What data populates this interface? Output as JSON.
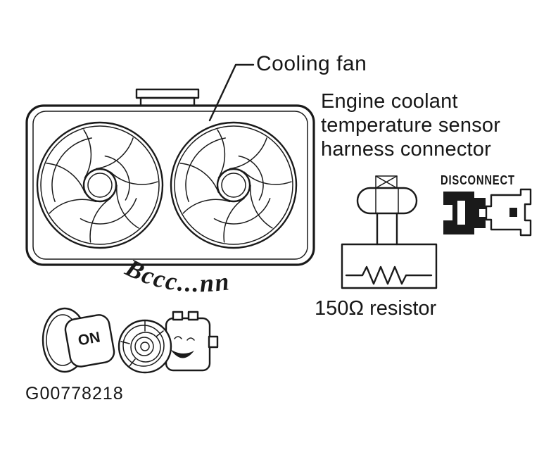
{
  "figure": {
    "id": "G00778218"
  },
  "labels": {
    "cooling_fan": "Cooling fan",
    "sensor_harness": [
      "Engine coolant",
      "temperature sensor",
      "harness connector"
    ],
    "disconnect": "DISCONNECT",
    "resistor": "150Ω resistor",
    "key_position": "ON",
    "sound_effect": "Bccc...nn"
  },
  "colors": {
    "ink": "#1a1a1a",
    "background": "#ffffff"
  }
}
